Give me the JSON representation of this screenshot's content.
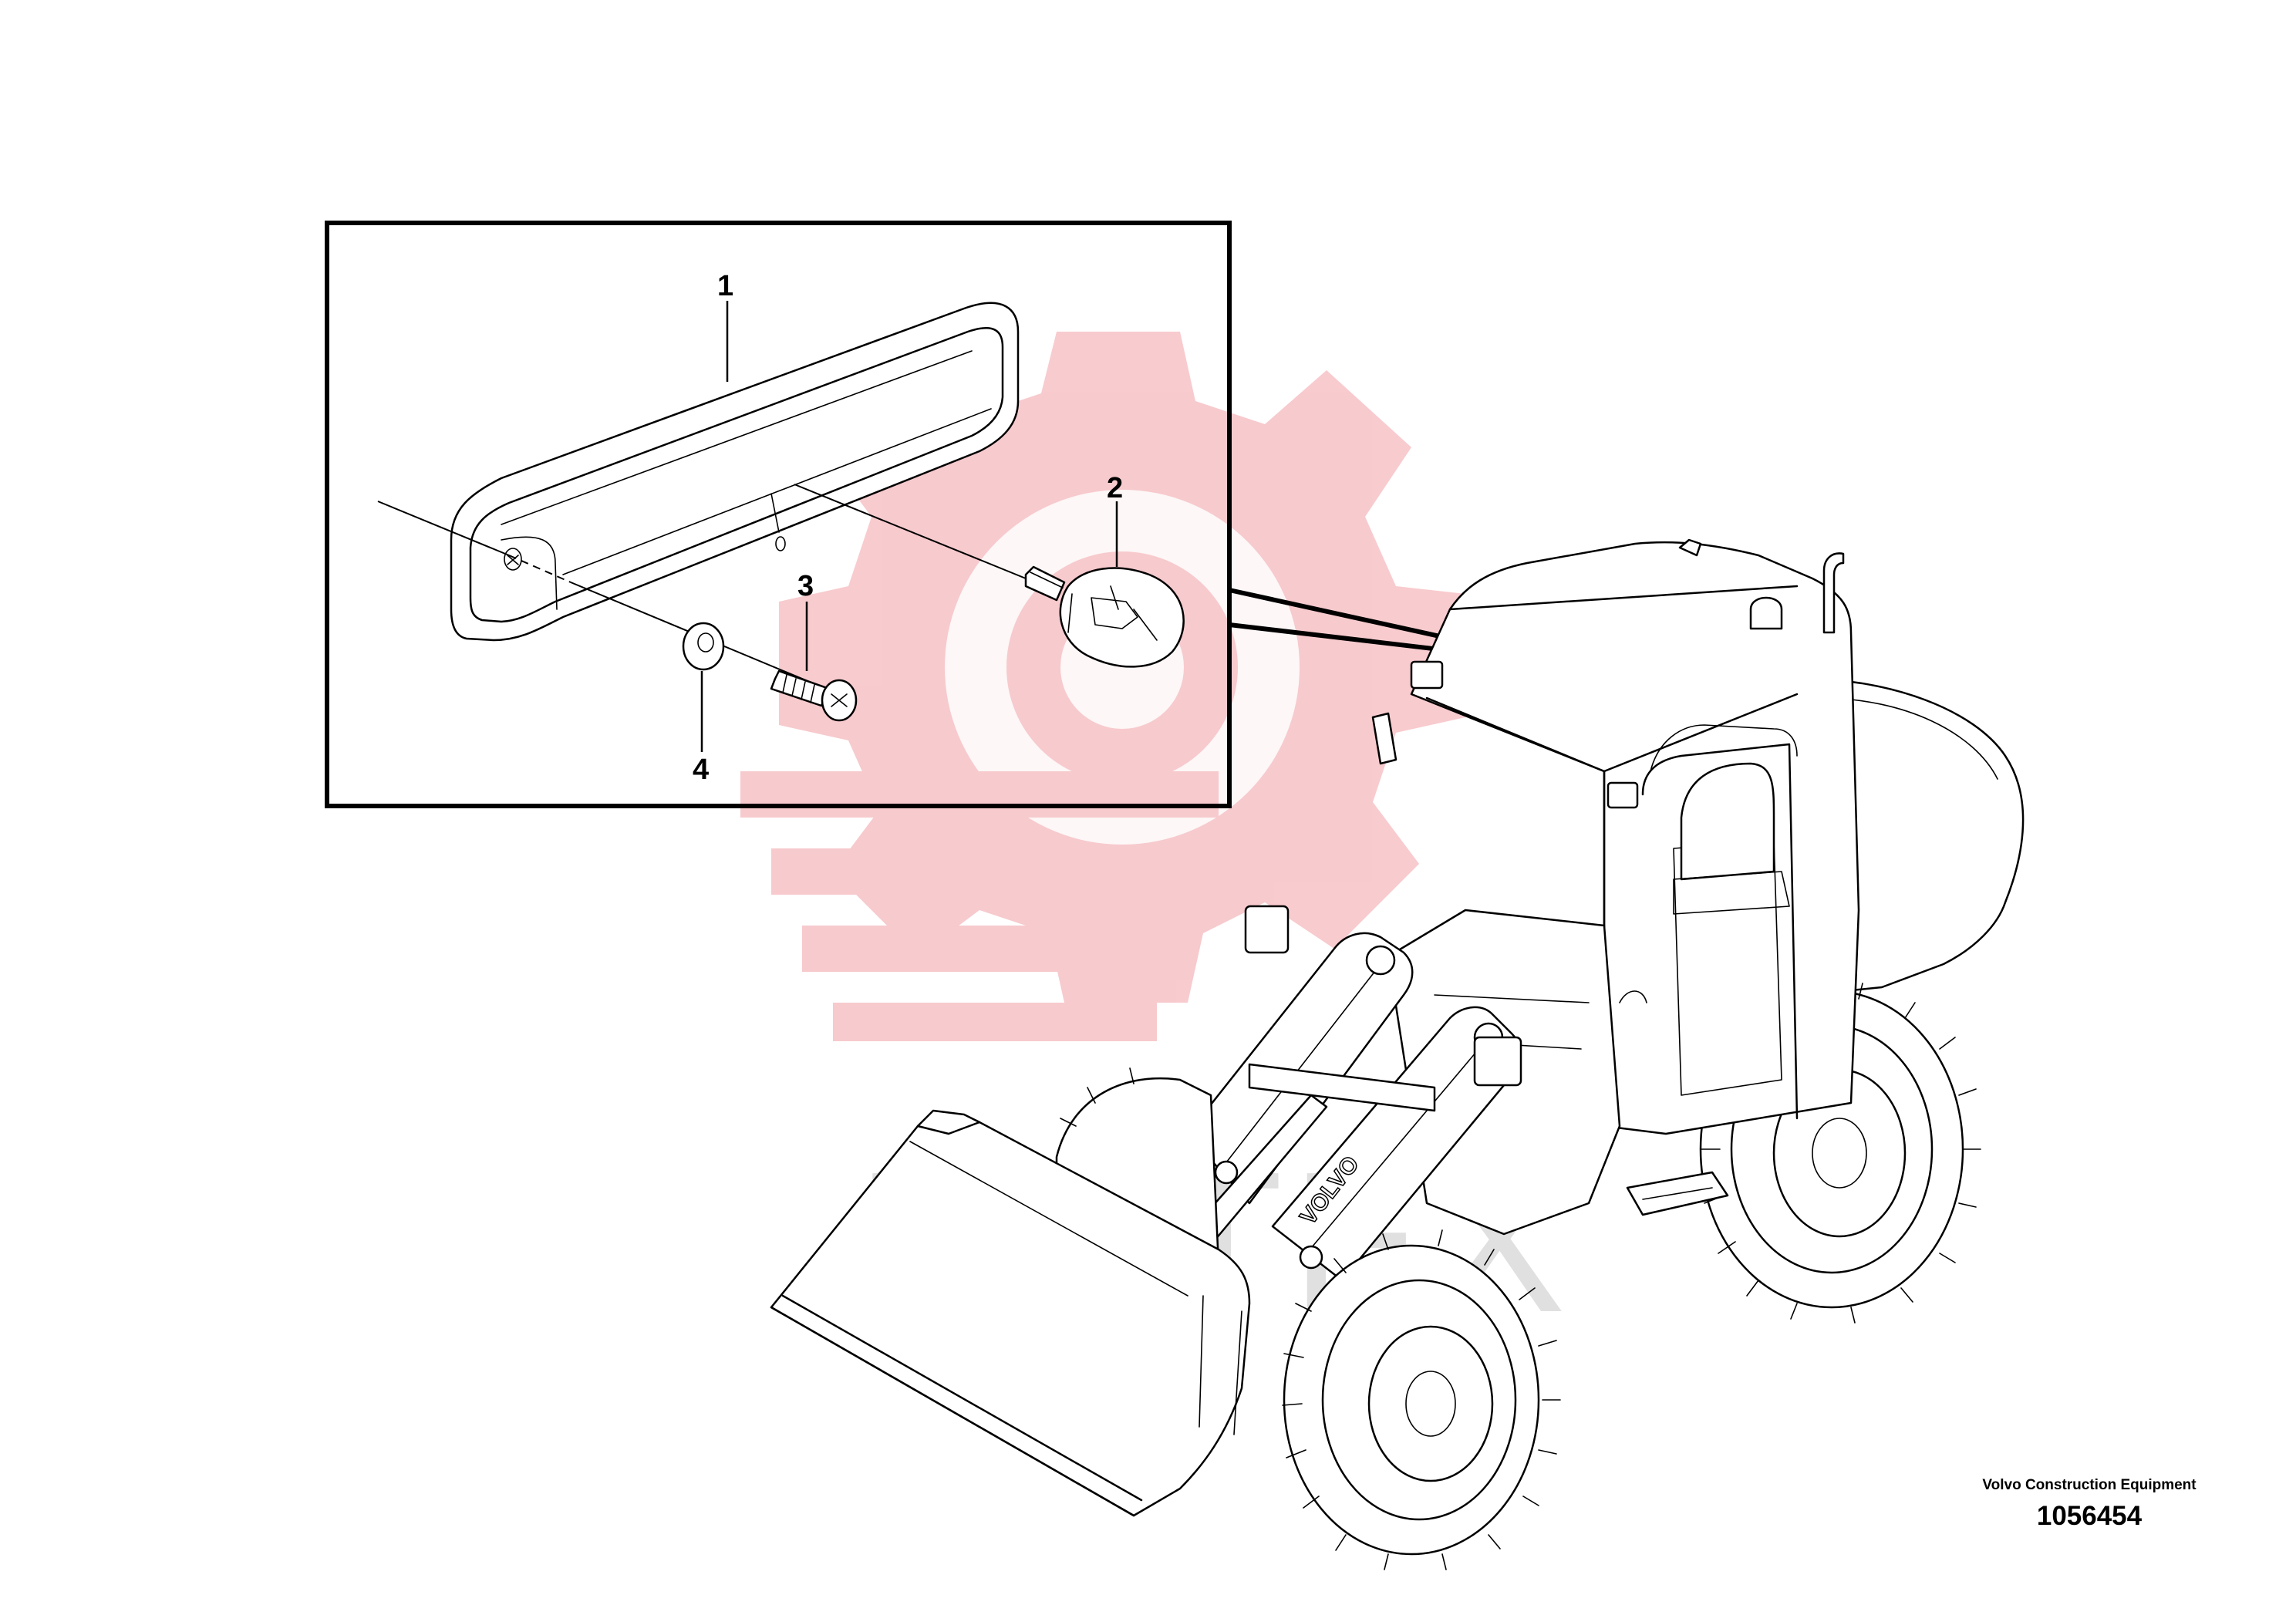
{
  "diagram": {
    "callouts": [
      "1",
      "2",
      "3",
      "4"
    ],
    "watermark": {
      "text": "ИНТЕХ",
      "gear_color": "#f2a0a6"
    },
    "caption": {
      "company": "Volvo Construction Equipment",
      "document_number": "1056454"
    }
  }
}
